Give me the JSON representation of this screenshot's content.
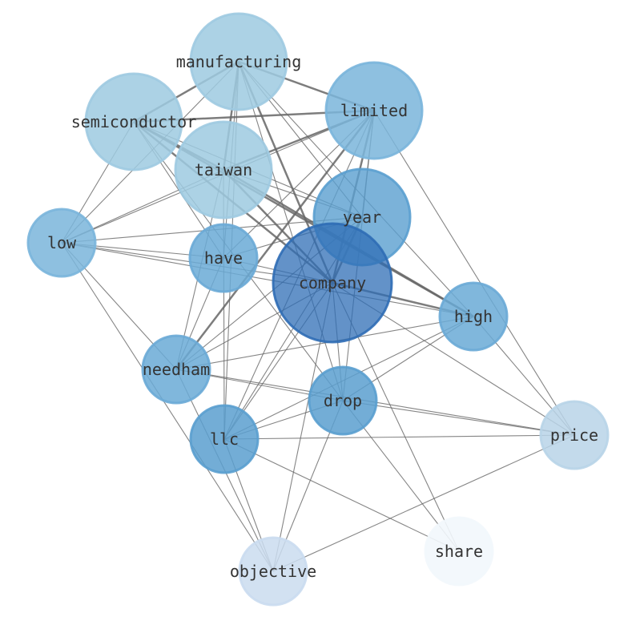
{
  "graph": {
    "nodes": [
      {
        "id": "manufacturing",
        "label": "manufacturing",
        "color": "#9ecae1",
        "opacity": 0.85
      },
      {
        "id": "limited",
        "label": "limited",
        "color": "#7ab5db",
        "opacity": 0.85
      },
      {
        "id": "semiconductor",
        "label": "semiconductor",
        "color": "#9ecae1",
        "opacity": 0.85
      },
      {
        "id": "taiwan",
        "label": "taiwan",
        "color": "#9ecae1",
        "opacity": 0.85
      },
      {
        "id": "year",
        "label": "year",
        "color": "#5a9fcf",
        "opacity": 0.8
      },
      {
        "id": "low",
        "label": "low",
        "color": "#7ab5db",
        "opacity": 0.85
      },
      {
        "id": "have",
        "label": "have",
        "color": "#6aaad6",
        "opacity": 0.85
      },
      {
        "id": "company",
        "label": "company",
        "color": "#2f6db5",
        "opacity": 0.75
      },
      {
        "id": "high",
        "label": "high",
        "color": "#6aaad6",
        "opacity": 0.85
      },
      {
        "id": "needham",
        "label": "needham",
        "color": "#6aaad6",
        "opacity": 0.85
      },
      {
        "id": "drop",
        "label": "drop",
        "color": "#5a9fcf",
        "opacity": 0.85
      },
      {
        "id": "llc",
        "label": "llc",
        "color": "#5a9fcf",
        "opacity": 0.85
      },
      {
        "id": "price",
        "label": "price",
        "color": "#b8d4e8",
        "opacity": 0.85
      },
      {
        "id": "share",
        "label": "share",
        "color": "#f2f7fc",
        "opacity": 0.9
      },
      {
        "id": "objective",
        "label": "objective",
        "color": "#cadcef",
        "opacity": 0.85
      }
    ],
    "edges": [
      {
        "source": "manufacturing",
        "target": "semiconductor",
        "weight": 2
      },
      {
        "source": "manufacturing",
        "target": "limited",
        "weight": 2
      },
      {
        "source": "manufacturing",
        "target": "taiwan",
        "weight": 2
      },
      {
        "source": "manufacturing",
        "target": "company",
        "weight": 2
      },
      {
        "source": "manufacturing",
        "target": "year",
        "weight": 1
      },
      {
        "source": "manufacturing",
        "target": "low",
        "weight": 1
      },
      {
        "source": "manufacturing",
        "target": "have",
        "weight": 1
      },
      {
        "source": "manufacturing",
        "target": "high",
        "weight": 1
      },
      {
        "source": "manufacturing",
        "target": "llc",
        "weight": 1
      },
      {
        "source": "manufacturing",
        "target": "drop",
        "weight": 1
      },
      {
        "source": "semiconductor",
        "target": "limited",
        "weight": 2
      },
      {
        "source": "semiconductor",
        "target": "taiwan",
        "weight": 2
      },
      {
        "source": "semiconductor",
        "target": "company",
        "weight": 2
      },
      {
        "source": "semiconductor",
        "target": "high",
        "weight": 2
      },
      {
        "source": "semiconductor",
        "target": "year",
        "weight": 1
      },
      {
        "source": "semiconductor",
        "target": "have",
        "weight": 1
      },
      {
        "source": "semiconductor",
        "target": "drop",
        "weight": 1
      },
      {
        "source": "semiconductor",
        "target": "low",
        "weight": 1
      },
      {
        "source": "limited",
        "target": "taiwan",
        "weight": 2
      },
      {
        "source": "limited",
        "target": "company",
        "weight": 2
      },
      {
        "source": "limited",
        "target": "needham",
        "weight": 2
      },
      {
        "source": "limited",
        "target": "llc",
        "weight": 1
      },
      {
        "source": "limited",
        "target": "low",
        "weight": 1
      },
      {
        "source": "limited",
        "target": "year",
        "weight": 1
      },
      {
        "source": "limited",
        "target": "have",
        "weight": 1
      },
      {
        "source": "limited",
        "target": "price",
        "weight": 1
      },
      {
        "source": "limited",
        "target": "drop",
        "weight": 1
      },
      {
        "source": "taiwan",
        "target": "company",
        "weight": 2
      },
      {
        "source": "taiwan",
        "target": "year",
        "weight": 1
      },
      {
        "source": "taiwan",
        "target": "high",
        "weight": 2
      },
      {
        "source": "taiwan",
        "target": "llc",
        "weight": 1
      },
      {
        "source": "taiwan",
        "target": "needham",
        "weight": 1
      },
      {
        "source": "taiwan",
        "target": "low",
        "weight": 1
      },
      {
        "source": "year",
        "target": "company",
        "weight": 2
      },
      {
        "source": "year",
        "target": "low",
        "weight": 1
      },
      {
        "source": "year",
        "target": "have",
        "weight": 1
      },
      {
        "source": "year",
        "target": "needham",
        "weight": 1
      },
      {
        "source": "year",
        "target": "llc",
        "weight": 1
      },
      {
        "source": "low",
        "target": "have",
        "weight": 1
      },
      {
        "source": "low",
        "target": "company",
        "weight": 1
      },
      {
        "source": "low",
        "target": "high",
        "weight": 1
      },
      {
        "source": "low",
        "target": "needham",
        "weight": 1
      },
      {
        "source": "low",
        "target": "objective",
        "weight": 1
      },
      {
        "source": "have",
        "target": "company",
        "weight": 1
      },
      {
        "source": "have",
        "target": "needham",
        "weight": 1
      },
      {
        "source": "company",
        "target": "high",
        "weight": 2
      },
      {
        "source": "company",
        "target": "needham",
        "weight": 1
      },
      {
        "source": "company",
        "target": "llc",
        "weight": 1
      },
      {
        "source": "company",
        "target": "drop",
        "weight": 1
      },
      {
        "source": "company",
        "target": "objective",
        "weight": 1
      },
      {
        "source": "company",
        "target": "share",
        "weight": 1
      },
      {
        "source": "company",
        "target": "price",
        "weight": 1
      },
      {
        "source": "high",
        "target": "needham",
        "weight": 1
      },
      {
        "source": "high",
        "target": "llc",
        "weight": 1
      },
      {
        "source": "high",
        "target": "drop",
        "weight": 1
      },
      {
        "source": "high",
        "target": "price",
        "weight": 1
      },
      {
        "source": "needham",
        "target": "drop",
        "weight": 1
      },
      {
        "source": "needham",
        "target": "price",
        "weight": 1
      },
      {
        "source": "needham",
        "target": "objective",
        "weight": 1
      },
      {
        "source": "drop",
        "target": "llc",
        "weight": 1
      },
      {
        "source": "drop",
        "target": "price",
        "weight": 1
      },
      {
        "source": "drop",
        "target": "share",
        "weight": 1
      },
      {
        "source": "drop",
        "target": "objective",
        "weight": 1
      },
      {
        "source": "llc",
        "target": "price",
        "weight": 1
      },
      {
        "source": "llc",
        "target": "share",
        "weight": 1
      },
      {
        "source": "llc",
        "target": "objective",
        "weight": 1
      },
      {
        "source": "price",
        "target": "objective",
        "weight": 1
      }
    ]
  }
}
